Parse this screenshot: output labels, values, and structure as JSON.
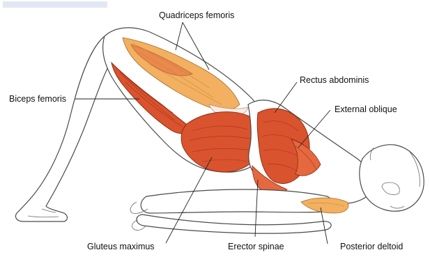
{
  "labels": {
    "quadriceps": "Quadriceps femoris",
    "rectus": "Rectus abdominis",
    "biceps": "Biceps femoris",
    "oblique": "External oblique",
    "gluteus": "Gluteus maximus",
    "erector": "Erector spinae",
    "deltoid": "Posterior deltoid"
  },
  "colors": {
    "muscle": "#d9532e",
    "muscle_highlight": "#f2b060",
    "outline": "#4a4a4a"
  }
}
